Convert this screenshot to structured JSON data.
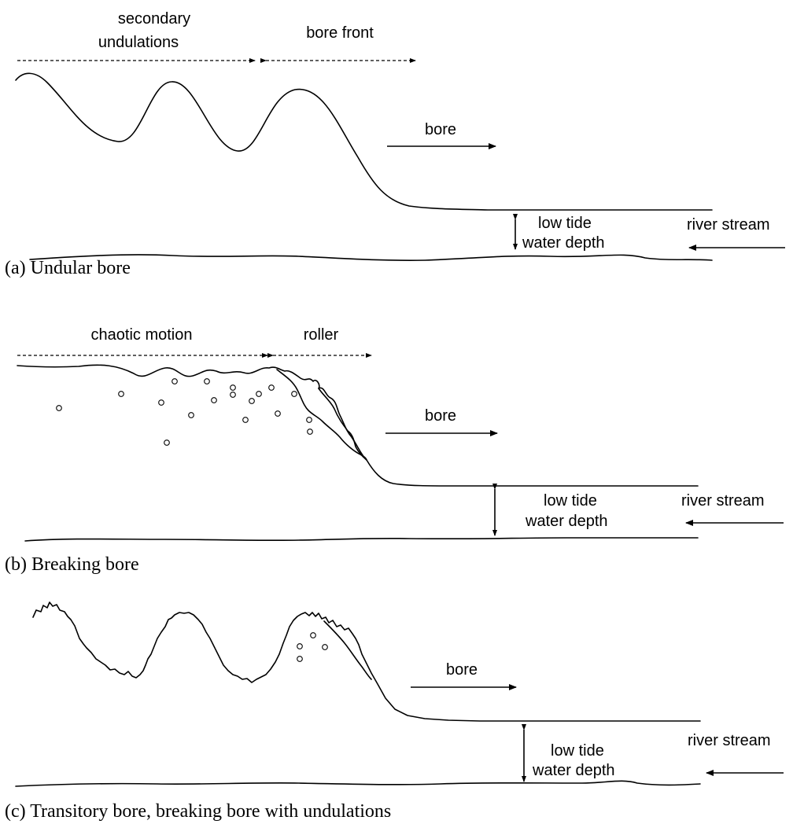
{
  "panel_a": {
    "caption": "(a) Undular bore",
    "label_undulations_line1": "secondary",
    "label_undulations_line2": "undulations",
    "label_front": "bore front",
    "label_bore": "bore",
    "label_depth_line1": "low tide",
    "label_depth_line2": "water depth",
    "label_river": "river stream"
  },
  "panel_b": {
    "caption": "(b) Breaking bore",
    "label_chaotic": "chaotic motion",
    "label_roller": "roller",
    "label_bore": "bore",
    "label_depth_line1": "low tide",
    "label_depth_line2": "water depth",
    "label_river": "river stream"
  },
  "panel_c": {
    "caption": "(c) Transitory bore, breaking bore with undulations",
    "label_bore": "bore",
    "label_depth_line1": "low tide",
    "label_depth_line2": "water depth",
    "label_river": "river stream"
  }
}
